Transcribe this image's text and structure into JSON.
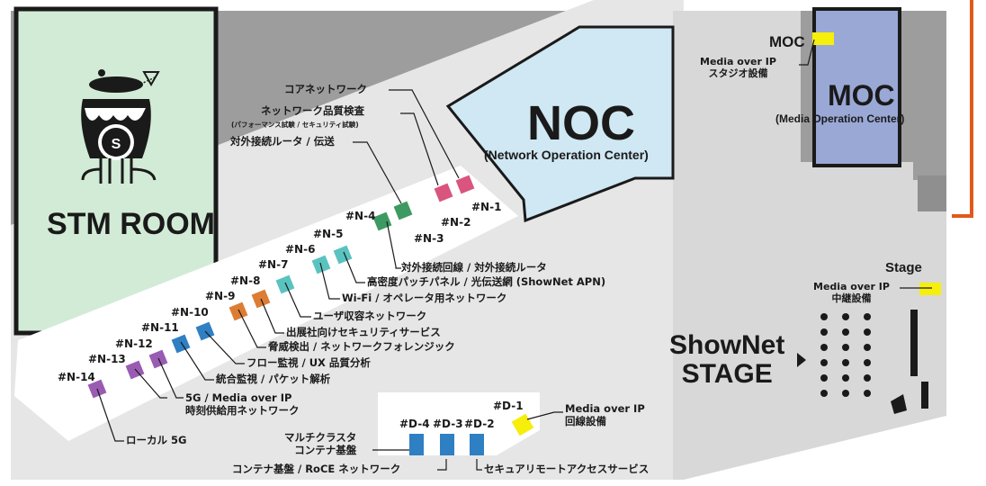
{
  "rooms": {
    "stm": "STM ROOM",
    "noc": {
      "title": "NOC",
      "subtitle": "(Network Operation Center)"
    },
    "moc": {
      "title": "MOC",
      "subtitle": "(Media Operation Center)",
      "tag": "MOC",
      "tag_desc": "Media over IP\nスタジオ設備"
    },
    "stage": {
      "title": "ShowNet\nSTAGE",
      "tag": "Stage",
      "tag_desc": "Media over IP\n中継設備"
    }
  },
  "racks": {
    "n1": "#N-1",
    "n2": "#N-2",
    "n3": "#N-3",
    "n4": "#N-4",
    "n5": "#N-5",
    "n6": "#N-6",
    "n7": "#N-7",
    "n8": "#N-8",
    "n9": "#N-9",
    "n10": "#N-10",
    "n11": "#N-11",
    "n12": "#N-12",
    "n13": "#N-13",
    "n14": "#N-14",
    "d1": "#D-1",
    "d2": "#D-2",
    "d3": "#D-3",
    "d4": "#D-4"
  },
  "labels": {
    "core": "コアネットワーク",
    "quality": "ネットワーク品質検査",
    "quality_sub": "(パフォーマンス試験 / セキュリティ試験)",
    "router_transit": "対外接続ルータ / 伝送",
    "external": "対外接続回線 / 対外接続ルータ",
    "patch": "高密度パッチパネル / 光伝送網 (ShowNet APN)",
    "wifi": "Wi-Fi / オペレータ用ネットワーク",
    "user": "ユーザ収容ネットワーク",
    "security": "出展社向けセキュリティサービス",
    "threat": "脅威検出 / ネットワークフォレンジック",
    "flow": "フロー監視 / UX 品質分析",
    "integrated": "統合監視 / パケット解析",
    "fiveg": "5G / Media over IP\n時刻供給用ネットワーク",
    "local5g": "ローカル 5G",
    "multicluster": "マルチクラスタ\nコンテナ基盤",
    "container": "コンテナ基盤 / RoCE ネットワーク",
    "secure_remote": "セキュアリモートアクセスサービス",
    "moip": "Media over IP\n回線設備"
  },
  "colors": {
    "pink": "#d9557e",
    "green": "#3d9a62",
    "teal": "#5ac3c0",
    "orange": "#dd7d33",
    "blue": "#2f7fc3",
    "purple": "#9a5bb3",
    "yellow": "#f6ee0b",
    "moc_fill": "#9aa8d6",
    "noc_fill": "#cfe8f3",
    "stm_fill": "#d2ebd6",
    "accent_line": "#e05a1c"
  }
}
